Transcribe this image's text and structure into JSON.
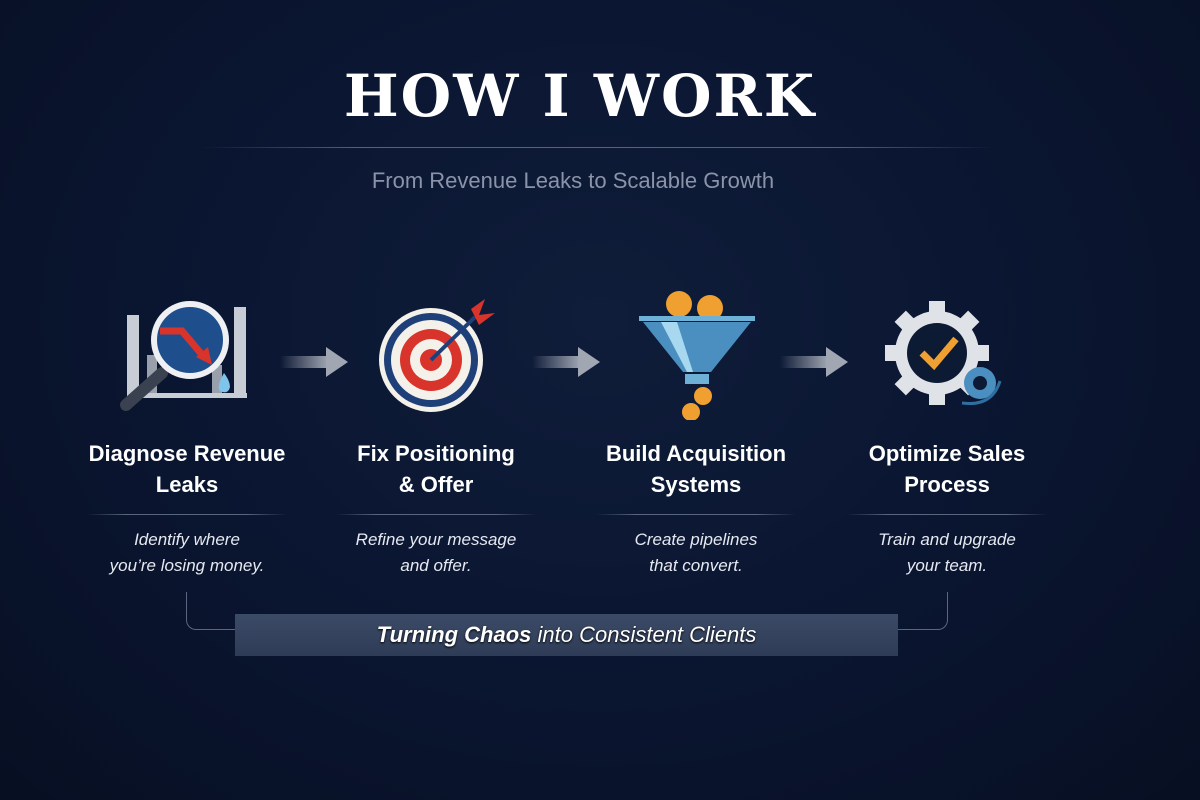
{
  "header": {
    "title": "HOW I WORK",
    "subtitle": "From Revenue Leaks to Scalable Growth"
  },
  "steps": [
    {
      "label1": "Diagnose Revenue",
      "label2": "Leaks",
      "desc1": "Identify where",
      "desc2": "you’re losing money.",
      "icon": "magnifier-chart-icon"
    },
    {
      "label1": "Fix Positioning",
      "label2": "& Offer",
      "desc1": "Refine your message",
      "desc2": "and offer.",
      "icon": "target-icon"
    },
    {
      "label1": "Build Acquisition",
      "label2": "Systems",
      "desc1": "Create pipelines",
      "desc2": "that convert.",
      "icon": "funnel-icon"
    },
    {
      "label1": "Optimize Sales",
      "label2": "Process",
      "desc1": "Train and upgrade",
      "desc2": "your team.",
      "icon": "gear-check-icon"
    }
  ],
  "banner": {
    "bold": "Turning Chaos",
    "rest": " into Consistent Clients"
  },
  "colors": {
    "background": "#0a1530",
    "accent_red": "#d9342b",
    "accent_orange": "#f0a030",
    "accent_blue": "#4a8fc0"
  }
}
